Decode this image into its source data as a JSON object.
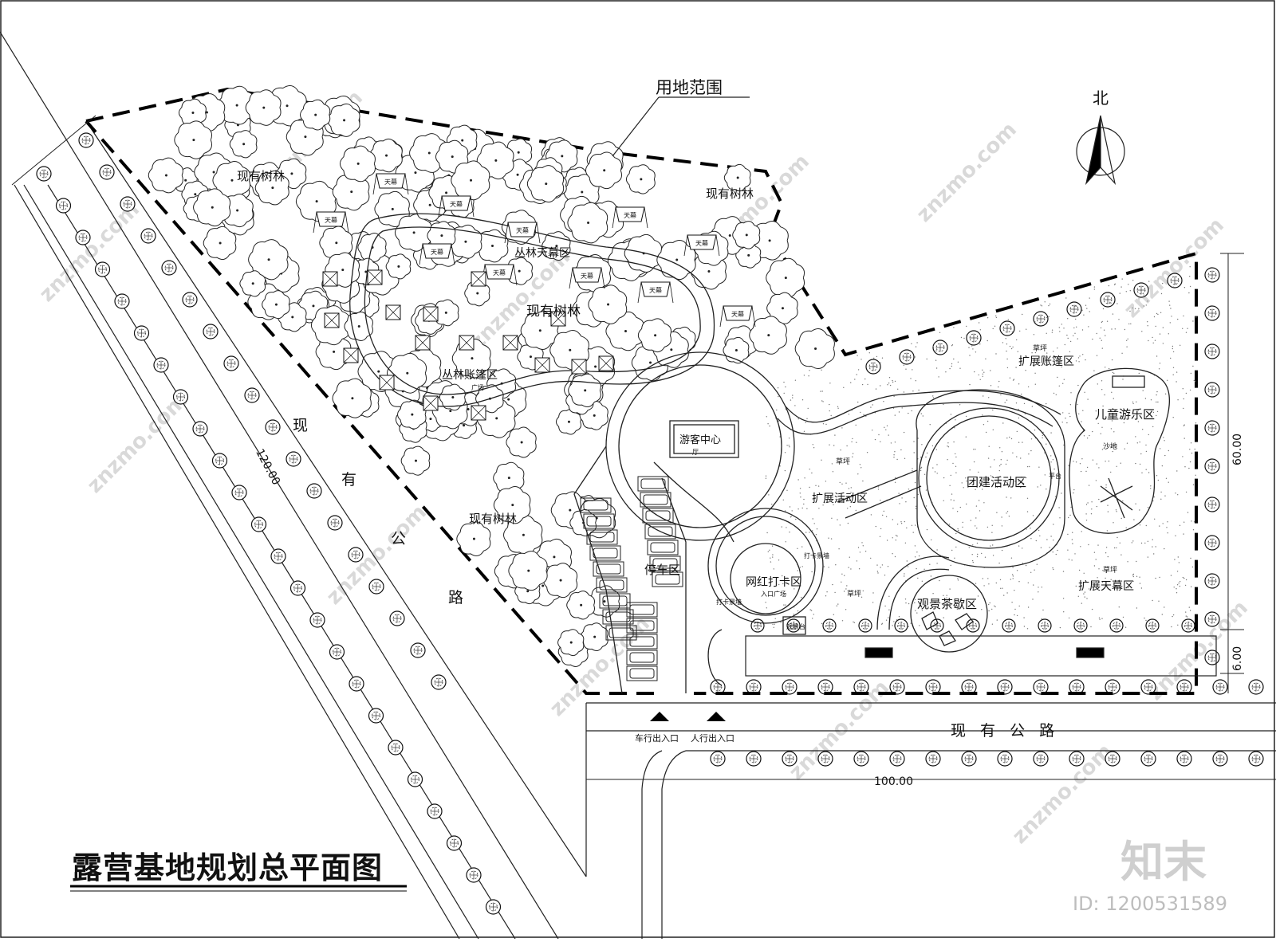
{
  "plan": {
    "title": "露营基地规划总平面图",
    "site_boundary": "用地范围",
    "north": "北",
    "roads": {
      "west_chars": [
        "现",
        "有",
        "公",
        "路"
      ],
      "south": "现 有 公 路"
    },
    "dimensions": {
      "west": "120.00",
      "south": "100.00",
      "east": "60.00",
      "east_small": "6.00"
    },
    "zones": {
      "forest_nw": "现有树林",
      "forest_ne": "现有树林",
      "forest_center": "现有树林",
      "forest_sw": "现有树林",
      "jungle_canopy": "丛林天幕区",
      "jungle_tent": "丛林账篷区",
      "jungle_tent_sub": "广场",
      "visitor_center": "游客中心",
      "visitor_center_sub": "厅",
      "parking": "停车区",
      "expand_activity_lawn": "草坪",
      "expand_activity": "扩展活动区",
      "expand_tent_lawn": "草坪",
      "expand_tent": "扩展账篷区",
      "team_activity": "团建活动区",
      "platform": "平台",
      "kids_play": "儿童游乐区",
      "sand_pit": "沙地",
      "checkin": "网红打卡区",
      "checkin_sub": "入口广场",
      "checkin_wall_1": "打卡景墙",
      "checkin_wall_2": "打卡景墙",
      "view_platform": "观景台",
      "tea_area": "观景茶歇区",
      "middle_lawn": "草坪",
      "expand_canopy_lawn": "草坪",
      "expand_canopy": "扩展天幕区"
    },
    "tent_label": "天幕",
    "entrances": {
      "vehicle": "车行出入口",
      "pedestrian": "人行出入口"
    }
  },
  "watermark": {
    "logo": "知末",
    "id": "ID: 1200531589",
    "text": "znzmo.com"
  }
}
